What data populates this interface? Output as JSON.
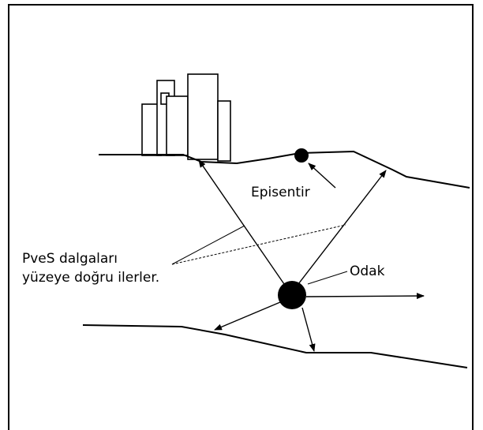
{
  "labels": {
    "epicenter": "Episentir",
    "focus": "Odak",
    "waves_line1": "PveS dalgaları",
    "waves_line2": "yüzeye doğru ilerler."
  }
}
